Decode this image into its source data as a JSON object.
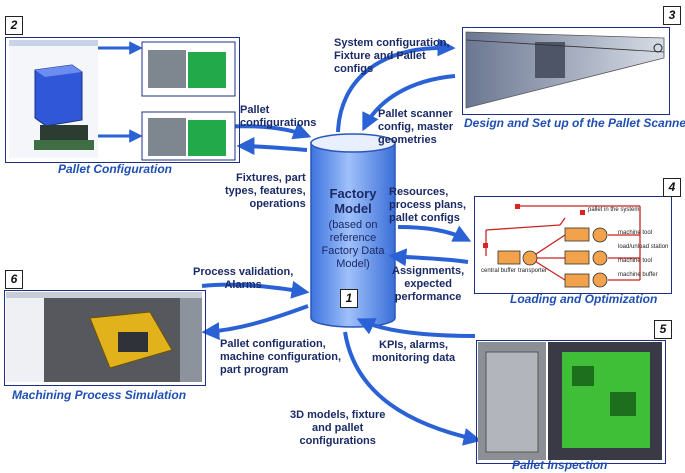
{
  "factory_model": {
    "title_lines": [
      "Factory",
      "Model"
    ],
    "subtitle_lines": [
      "(based on",
      "reference",
      "Factory Data",
      "Model)"
    ],
    "number": "1"
  },
  "panels": {
    "p2": {
      "number": "2",
      "caption": "Pallet Configuration"
    },
    "p3": {
      "number": "3",
      "caption": "Design and Set up of the Pallet Scanner"
    },
    "p4": {
      "number": "4",
      "caption": "Loading and Optimization",
      "labels": {
        "pallet_in_system": "pallet in the system",
        "machine_tool_1": "machine tool",
        "load_unload": "load/unload station",
        "machine_tool_2": "machine tool",
        "machine_buffer": "machine buffer",
        "central_buffer": "central buffer",
        "transporter": "transporter"
      }
    },
    "p5": {
      "number": "5",
      "caption": "Pallet Inspection"
    },
    "p6": {
      "number": "6",
      "caption": "Machining Process Simulation"
    }
  },
  "flows": {
    "system_config": [
      "System configuration,",
      "Fixture and Pallet",
      "configs"
    ],
    "scanner_config": [
      "Pallet scanner",
      "config, master",
      "geometries"
    ],
    "pallet_configurations": [
      "Pallet",
      "configurations"
    ],
    "fixtures": [
      "Fixtures, part",
      "types, features,",
      "operations"
    ],
    "resources": [
      "Resources,",
      "process plans,",
      "pallet configs"
    ],
    "assignments": [
      "Assignments,",
      "expected",
      "performance"
    ],
    "process_validation": [
      "Process validation,",
      "Alarms"
    ],
    "machine_config": [
      "Pallet configuration,",
      "machine configuration,",
      "part program"
    ],
    "kpis": [
      "KPIs, alarms,",
      "monitoring data"
    ],
    "models_3d": [
      "3D models, fixture",
      "and pallet",
      "configurations"
    ]
  },
  "colors": {
    "arrow": "#2a62d6",
    "cylinder_top": "#e8efff",
    "cylinder_body": "#6f9df0",
    "caption": "#1f4fb3",
    "panel_border": "#1c2f8a"
  }
}
